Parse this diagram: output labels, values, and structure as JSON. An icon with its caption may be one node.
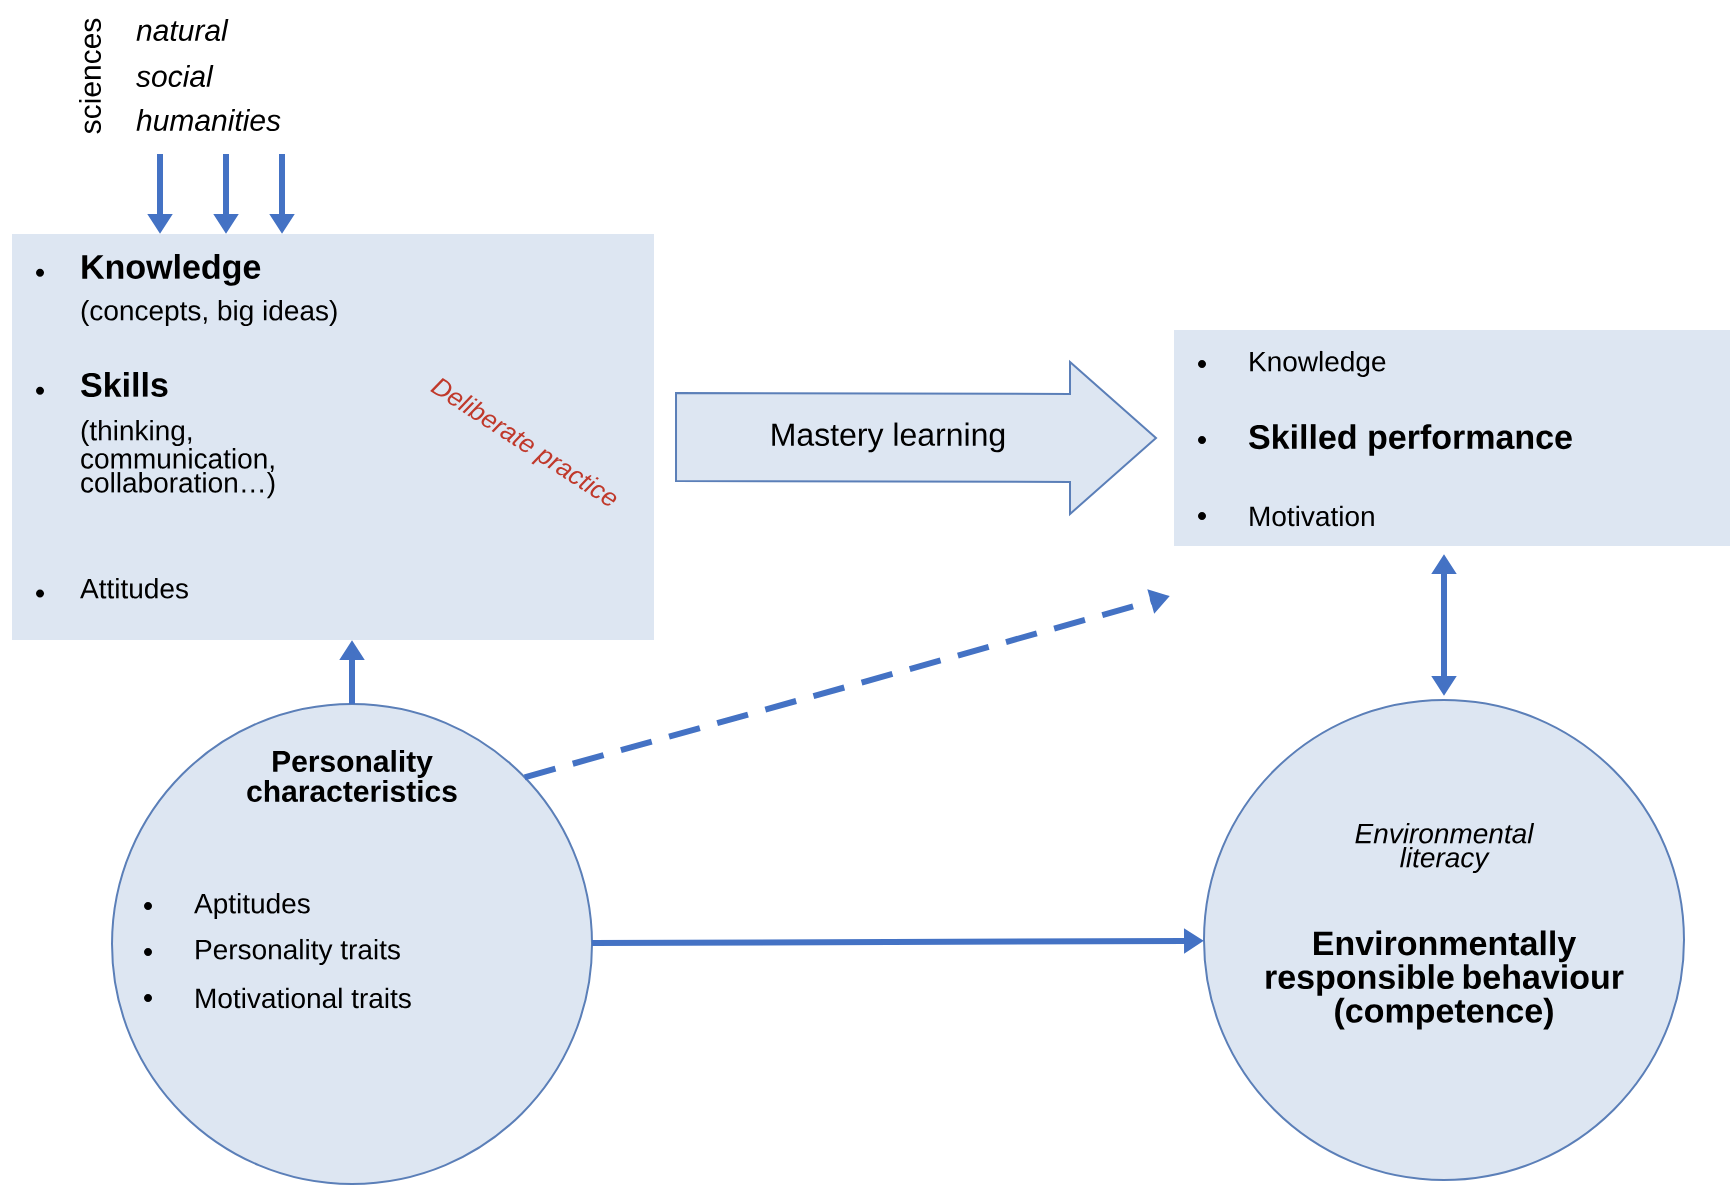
{
  "diagram": {
    "nodes": [
      {
        "text": [
          "Knowledge",
          "(concepts, big ideas)",
          "Skills",
          "(thinking, communication, collaboration…)",
          "Attitudes",
          "Deliberate practice"
        ]
      },
      {
        "text": [
          "Knowledge",
          "Skilled performance",
          "Motivation"
        ]
      },
      {
        "text": [
          "Personality characteristics",
          "Aptitudes",
          "Personality traits",
          "Motivational traits"
        ]
      },
      {
        "text": [
          "Environmental literacy",
          "Environmentally responsible behaviour (competence)"
        ]
      }
    ],
    "edges": [
      {
        "from": null,
        "to": 0,
        "arrow": "to"
      },
      {
        "from": null,
        "to": 0,
        "arrow": "to"
      },
      {
        "from": null,
        "to": 0,
        "arrow": "to"
      },
      {
        "from": 2,
        "to": 0,
        "arrow": "to"
      },
      {
        "from": 0,
        "to": 1,
        "arrow": "to",
        "label": "Mastery learning",
        "style": "thick"
      },
      {
        "from": 2,
        "to": 1,
        "arrow": "to",
        "style": "dashed"
      },
      {
        "from": 2,
        "to": 3,
        "arrow": "to"
      },
      {
        "from": 1,
        "to": 3,
        "arrow": "both"
      }
    ],
    "labels": [
      "sciences",
      "natural",
      "social",
      "humanities"
    ]
  }
}
